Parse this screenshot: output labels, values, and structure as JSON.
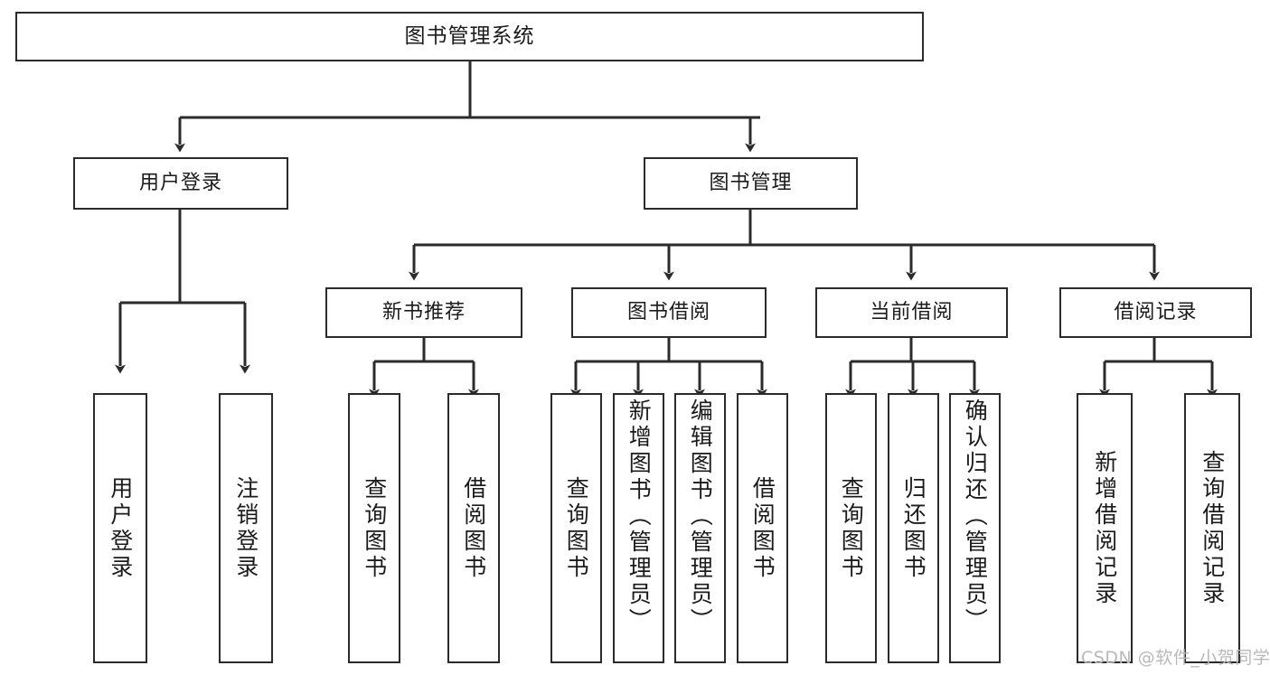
{
  "diagram": {
    "title": "图书管理系统",
    "type": "tree-hierarchy",
    "root": {
      "id": "root",
      "label": "图书管理系统"
    },
    "level2": [
      {
        "id": "user-login",
        "label": "用户登录"
      },
      {
        "id": "book-management",
        "label": "图书管理"
      }
    ],
    "level3": [
      {
        "id": "new-book-recommend",
        "label": "新书推荐",
        "parent": "book-management"
      },
      {
        "id": "book-borrow",
        "label": "图书借阅",
        "parent": "book-management"
      },
      {
        "id": "current-borrow",
        "label": "当前借阅",
        "parent": "book-management"
      },
      {
        "id": "borrow-record",
        "label": "借阅记录",
        "parent": "book-management"
      }
    ],
    "leaves": {
      "user-login": [
        {
          "id": "leaf-user-login",
          "label": "用户登录"
        },
        {
          "id": "leaf-user-logout",
          "label": "注销登录"
        }
      ],
      "new-book-recommend": [
        {
          "id": "leaf-query-book-1",
          "label": "查询图书"
        },
        {
          "id": "leaf-borrow-book-1",
          "label": "借阅图书"
        }
      ],
      "book-borrow": [
        {
          "id": "leaf-query-book-2",
          "label": "查询图书"
        },
        {
          "id": "leaf-add-book",
          "label": "新增图书（管理员）"
        },
        {
          "id": "leaf-edit-book",
          "label": "编辑图书（管理员）"
        },
        {
          "id": "leaf-borrow-book-2",
          "label": "借阅图书"
        }
      ],
      "current-borrow": [
        {
          "id": "leaf-query-book-3",
          "label": "查询图书"
        },
        {
          "id": "leaf-return-book",
          "label": "归还图书"
        },
        {
          "id": "leaf-confirm-return",
          "label": "确认归还（管理员）"
        }
      ],
      "borrow-record": [
        {
          "id": "leaf-add-record",
          "label": "新增借阅记录"
        },
        {
          "id": "leaf-query-record",
          "label": "查询借阅记录"
        }
      ]
    }
  },
  "watermark": {
    "text": "CSDN @软件_小贺同学"
  },
  "colors": {
    "stroke": "#2b2b2b",
    "fill": "#ffffff",
    "text": "#1b1b1b",
    "watermark": "#b9b9b9"
  }
}
